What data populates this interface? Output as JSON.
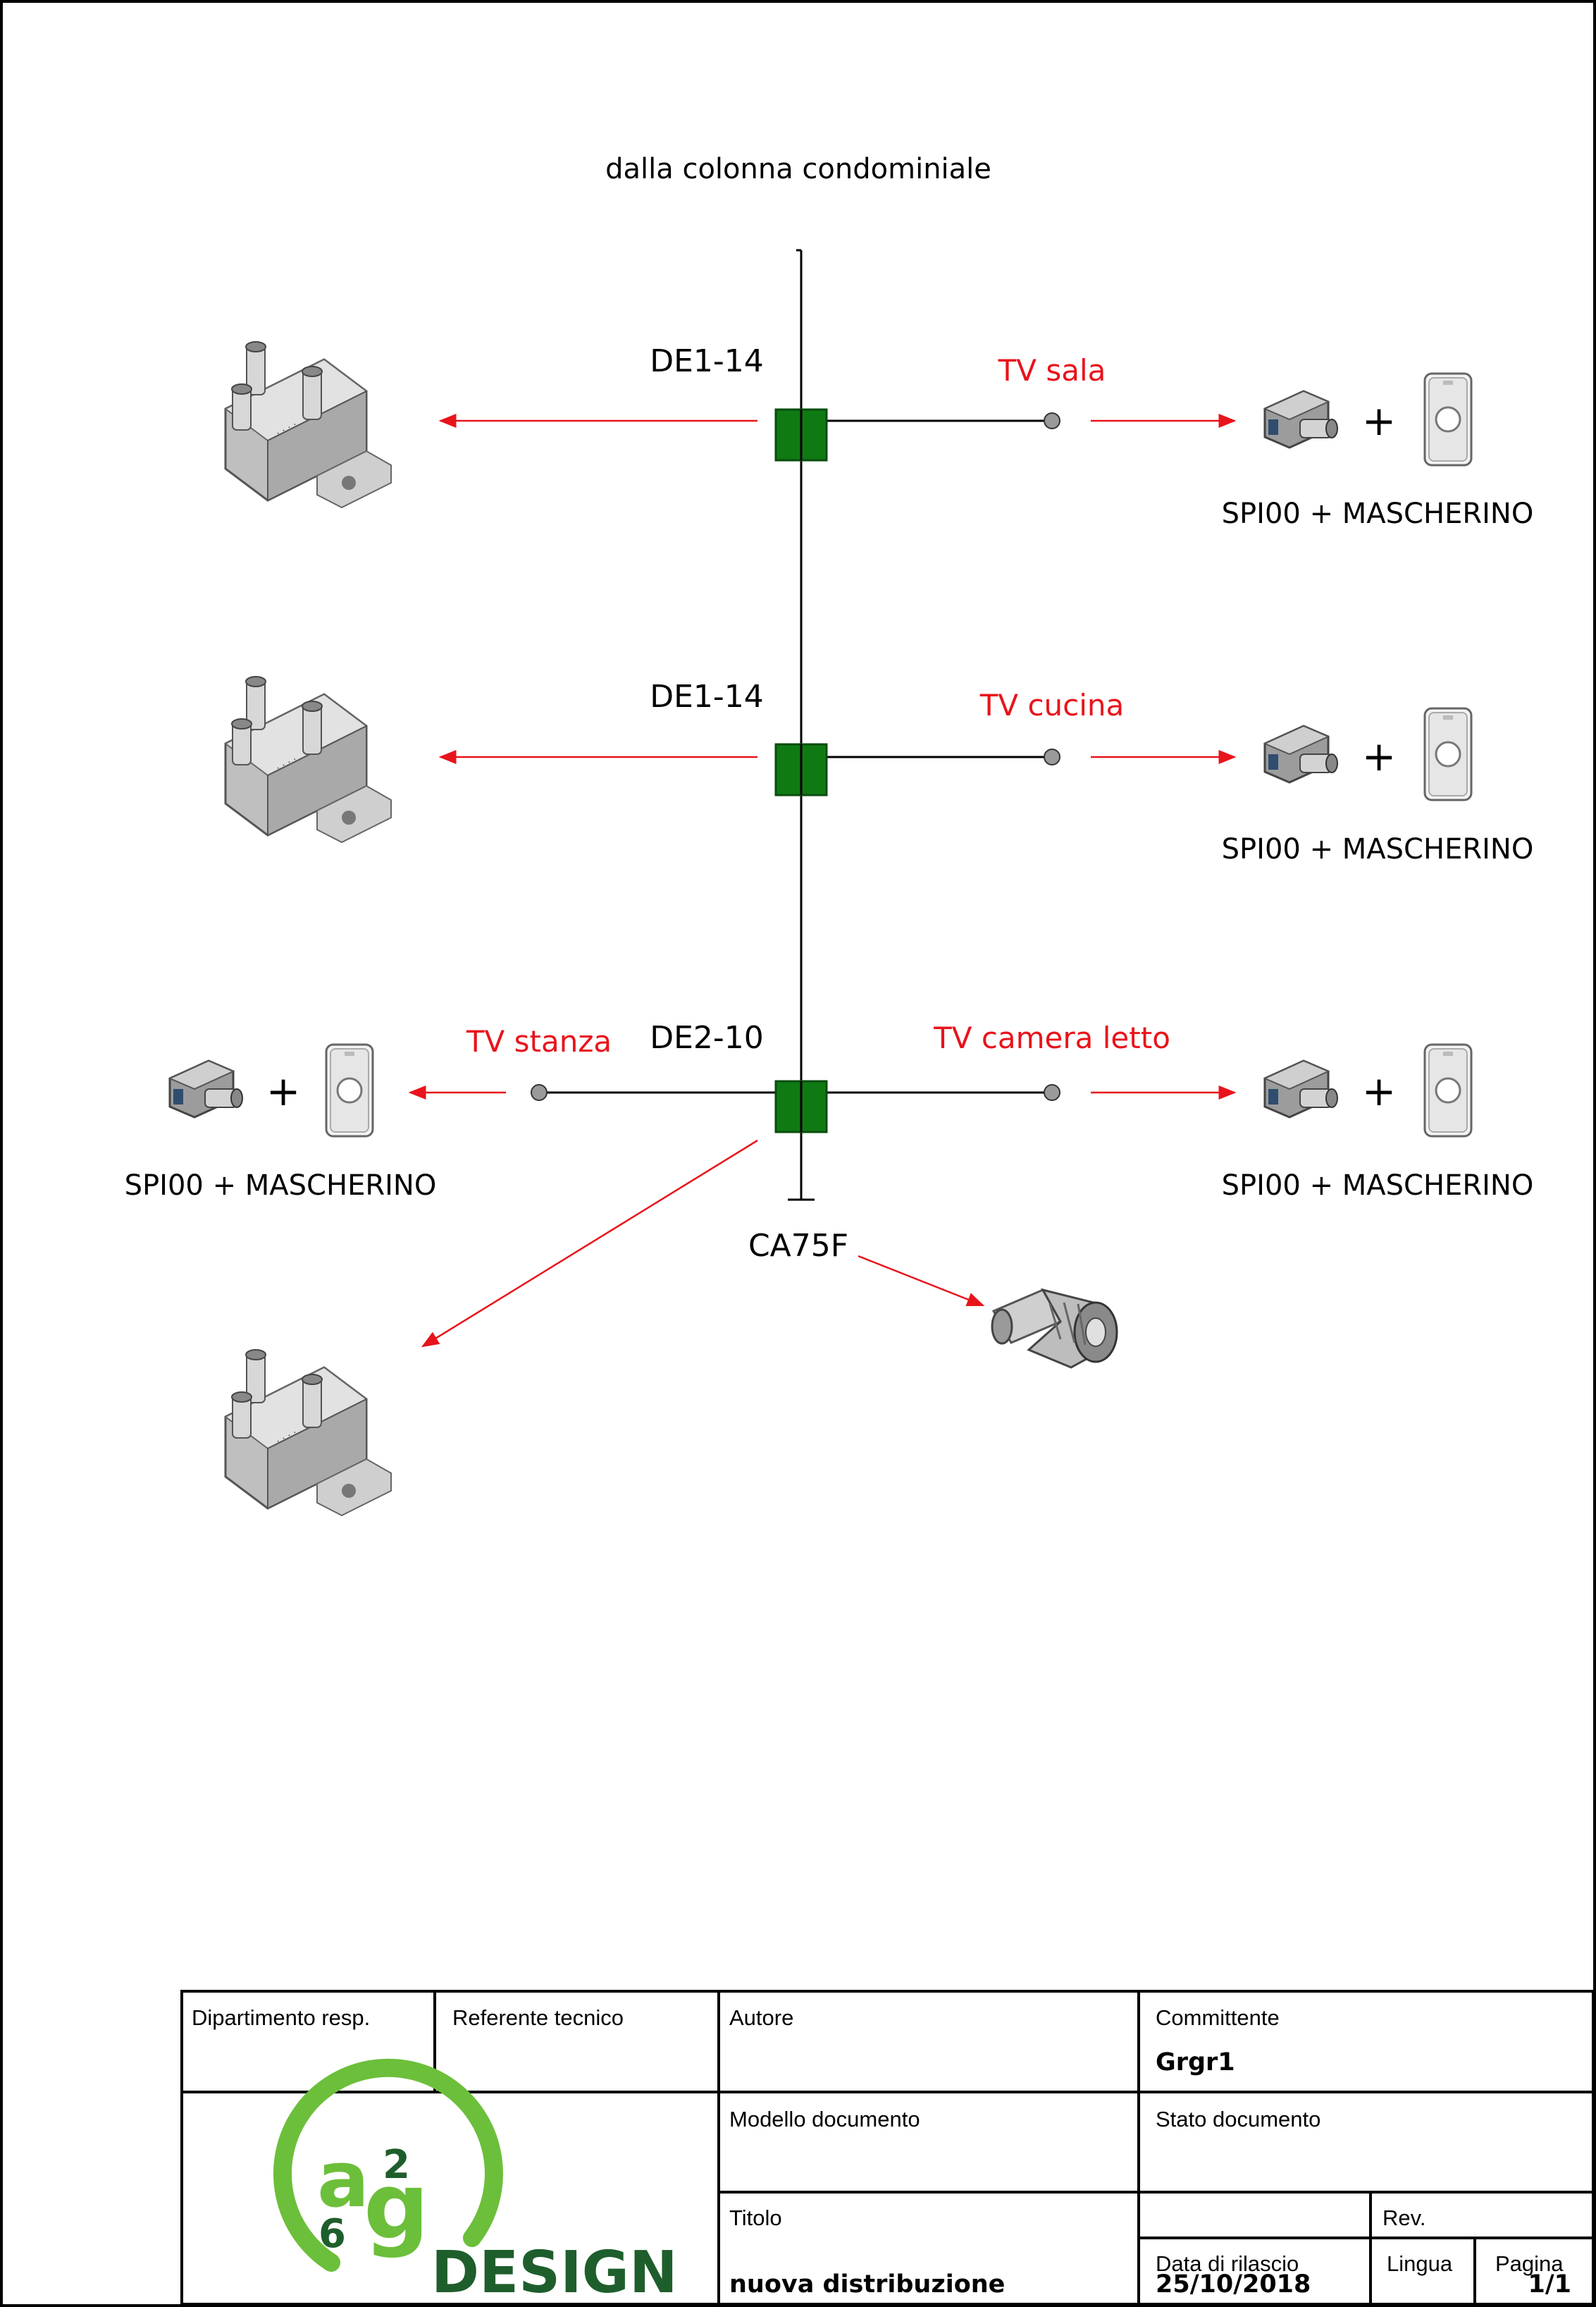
{
  "diagram": {
    "source_label": "dalla colonna condominiale",
    "taps": [
      {
        "code": "DE1-14",
        "outlet_right": "TV sala",
        "caption_right": "SPI00 + MASCHERINO"
      },
      {
        "code": "DE1-14",
        "outlet_right": "TV cucina",
        "caption_right": "SPI00 + MASCHERINO"
      },
      {
        "code": "DE2-10",
        "outlet_left": "TV stanza",
        "caption_left": "SPI00 + MASCHERINO",
        "outlet_right": "TV camera letto",
        "caption_right": "SPI00 + MASCHERINO"
      }
    ],
    "terminator_code": "CA75F",
    "plus_sign": "+",
    "colors": {
      "tap_box": "#0f7a14",
      "arrow": "#e8141b",
      "outlet_dot": "#9a9a9a",
      "line": "#000000"
    }
  },
  "title_block": {
    "dipartimento_label": "Dipartimento resp.",
    "referente_label": "Referente tecnico",
    "autore_label": "Autore",
    "committente_label": "Committente",
    "committente_value": "Grgr1",
    "modello_label": "Modello documento",
    "stato_label": "Stato documento",
    "titolo_label": "Titolo",
    "titolo_value": "nuova distribuzione",
    "rev_label": "Rev.",
    "data_label": "Data di rilascio",
    "data_value": "25/10/2018",
    "lingua_label": "Lingua",
    "pagina_label": "Pagina",
    "pagina_value": "1/1"
  },
  "logo": {
    "text": "DESIGN",
    "letters": "a g 2 6",
    "colors": {
      "ring": "#6cbf3a",
      "text": "#1e5e2c"
    }
  }
}
